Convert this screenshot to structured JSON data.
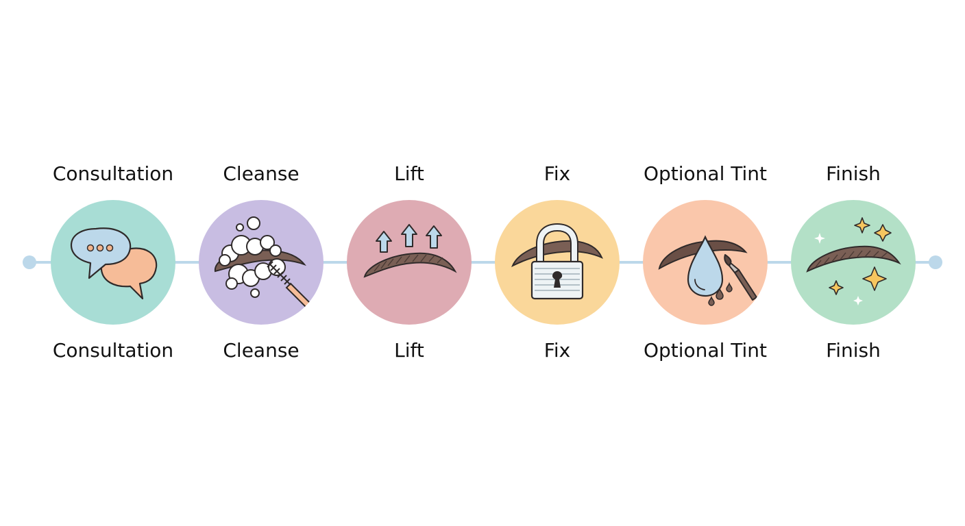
{
  "steps": [
    {
      "label": "Consultation",
      "color": "#a8ddd5",
      "icon": "speech-bubbles-icon"
    },
    {
      "label": "Cleanse",
      "color": "#c8bde2",
      "icon": "foam-brush-icon"
    },
    {
      "label": "Lift",
      "color": "#deabb3",
      "icon": "lift-arrows-icon"
    },
    {
      "label": "Fix",
      "color": "#fad79a",
      "icon": "padlock-icon"
    },
    {
      "label": "Optional Tint",
      "color": "#fac7ab",
      "icon": "tint-drop-icon"
    },
    {
      "label": "Finish",
      "color": "#b3e0c7",
      "icon": "sparkle-brow-icon"
    }
  ],
  "colors": {
    "line": "#bcd8ea",
    "brow": "#7a5f55",
    "outline": "#2f2a2a"
  }
}
